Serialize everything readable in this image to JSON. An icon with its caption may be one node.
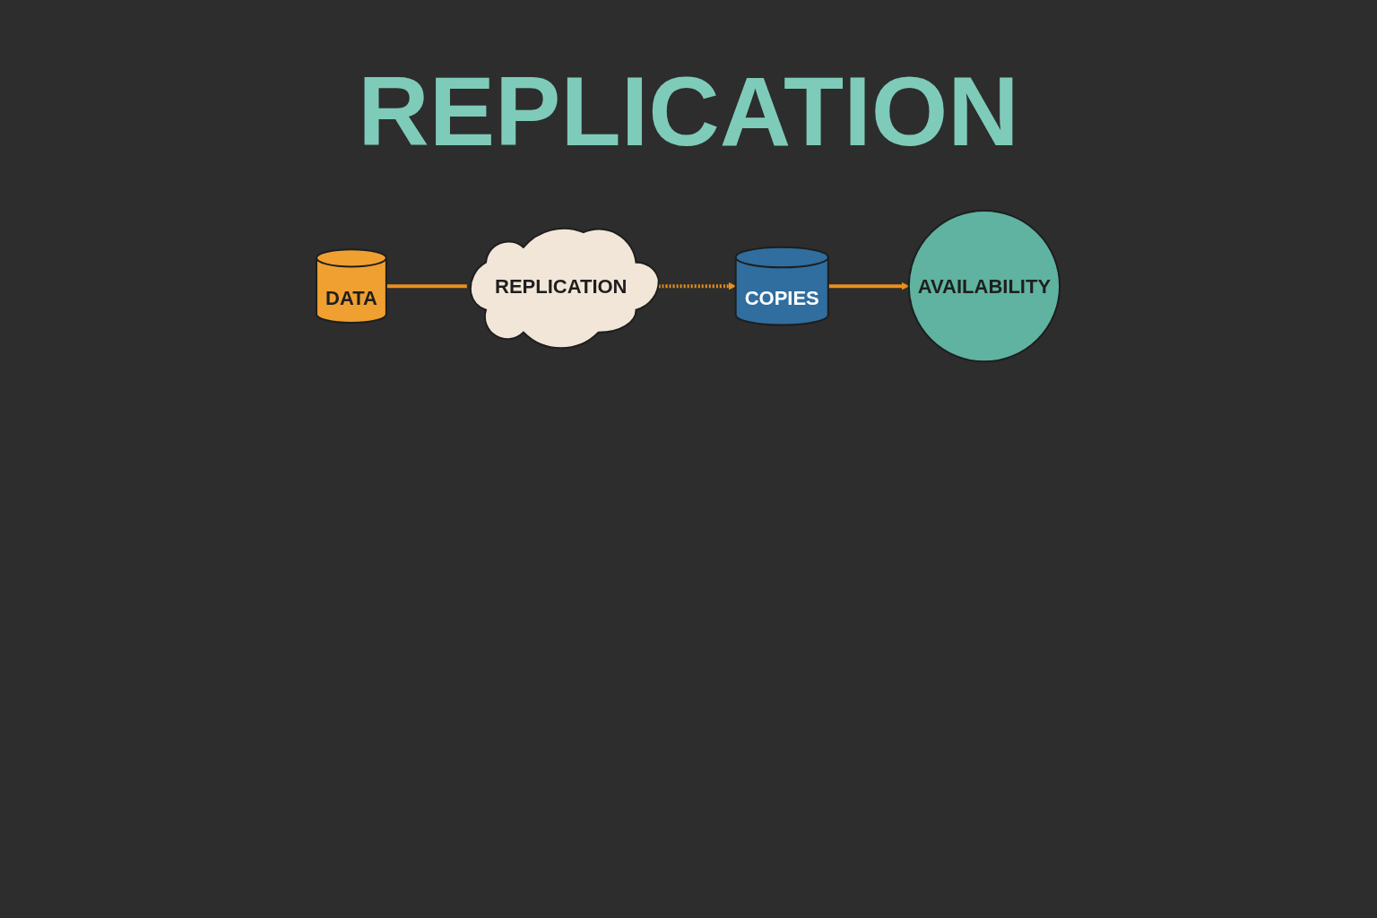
{
  "diagram": {
    "title": "REPLICATION",
    "nodes": [
      {
        "text": [
          "DATA"
        ]
      },
      {
        "text": [
          "REPLICATION"
        ]
      },
      {
        "text": [
          "COPIES"
        ]
      },
      {
        "text": [
          "AVAILABILITY"
        ]
      }
    ],
    "edges": [
      {
        "from": 0,
        "to": 1,
        "arrow": "none"
      },
      {
        "from": 1,
        "to": 2,
        "arrow": "to",
        "style": "dashed"
      },
      {
        "from": 2,
        "to": 3,
        "arrow": "to"
      }
    ]
  }
}
